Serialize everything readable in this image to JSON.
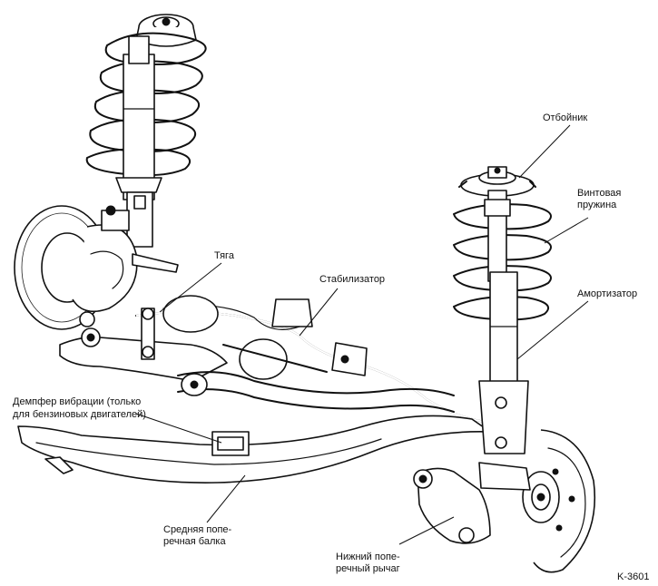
{
  "labels": {
    "bump_stop": "Отбойник",
    "coil_spring_line1": "Винтовая",
    "coil_spring_line2": "пружина",
    "link": "Тяга",
    "stabilizer": "Стабилизатор",
    "shock_absorber": "Амортизатор",
    "damper_line1": "Демпфер вибрации (только",
    "damper_line2": "для бензиновых двигателей)",
    "crossmember_line1": "Средняя попе-",
    "crossmember_line2": "речная балка",
    "lower_arm_line1": "Нижний попе-",
    "lower_arm_line2": "речный рычаг",
    "figure_code": "K-3601"
  },
  "colors": {
    "ink": "#111111",
    "paper": "#ffffff"
  }
}
